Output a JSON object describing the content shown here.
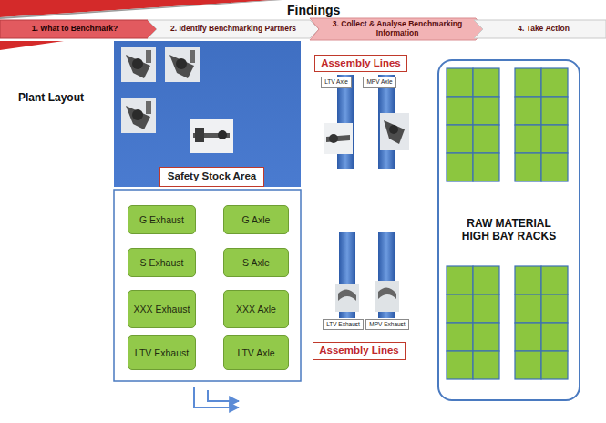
{
  "diagram": {
    "title": "Findings",
    "nodes": [
      {
        "text": [
          "1. What to Benchmark?"
        ]
      },
      {
        "text": [
          "2. Identify Benchmarking Partners"
        ]
      },
      {
        "text": [
          "3. Collect & Analyse Benchmarking Information"
        ]
      },
      {
        "text": [
          "4. Take Action"
        ]
      },
      {
        "text": [
          "Safety Stock Area"
        ]
      },
      {
        "text": [
          "Assembly Lines"
        ]
      },
      {
        "text": [
          "LTV Axle"
        ]
      },
      {
        "text": [
          "MPV Axle"
        ]
      },
      {
        "text": [
          "RAW MATERIAL HIGH BAY RACKS"
        ]
      },
      {
        "text": [
          "G Exhaust"
        ]
      },
      {
        "text": [
          "G Axle"
        ]
      },
      {
        "text": [
          "S Exhaust"
        ]
      },
      {
        "text": [
          "S Axle"
        ]
      },
      {
        "text": [
          "XXX Exhaust"
        ]
      },
      {
        "text": [
          "XXX Axle"
        ]
      },
      {
        "text": [
          "LTV Exhaust"
        ]
      },
      {
        "text": [
          "LTV Axle"
        ]
      },
      {
        "text": [
          "LTV Exhaust"
        ]
      },
      {
        "text": [
          "MPV Exhaust"
        ]
      },
      {
        "text": [
          "Assembly Lines"
        ]
      }
    ],
    "labels": [
      "Plant Layout"
    ]
  }
}
